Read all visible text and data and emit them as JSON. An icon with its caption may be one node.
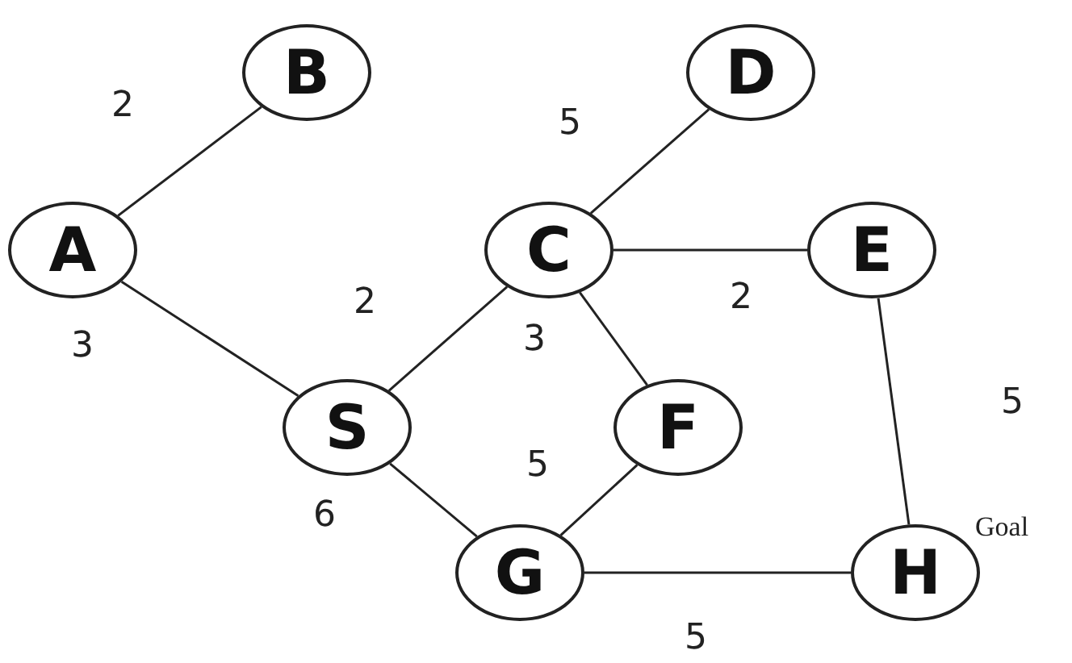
{
  "diagram": {
    "nodes": [
      {
        "text": [
          "B"
        ]
      },
      {
        "text": [
          "D"
        ]
      },
      {
        "text": [
          "A"
        ]
      },
      {
        "text": [
          "C"
        ]
      },
      {
        "text": [
          "E"
        ]
      },
      {
        "text": [
          "S"
        ]
      },
      {
        "text": [
          "F"
        ]
      },
      {
        "text": [
          "G"
        ]
      },
      {
        "text": [
          "H"
        ],
        "beside": [
          "Goal"
        ]
      }
    ],
    "edges": [
      {
        "from": 2,
        "to": 0,
        "arrow": "none",
        "label": "2"
      },
      {
        "from": 3,
        "to": 1,
        "arrow": "none",
        "label": "5"
      },
      {
        "from": 5,
        "to": 3,
        "arrow": "none",
        "label": "2"
      },
      {
        "from": 2,
        "to": 5,
        "arrow": "none",
        "label": "3"
      },
      {
        "from": 3,
        "to": 4,
        "arrow": "none",
        "label": "2"
      },
      {
        "from": 3,
        "to": 6,
        "arrow": "none",
        "label": "3"
      },
      {
        "from": 6,
        "to": 7,
        "arrow": "none",
        "label": "5"
      },
      {
        "from": 5,
        "to": 7,
        "arrow": "none",
        "label": "6"
      },
      {
        "from": 7,
        "to": 8,
        "arrow": "none",
        "label": "5"
      },
      {
        "from": 4,
        "to": 8,
        "arrow": "none",
        "label": "5"
      }
    ]
  }
}
